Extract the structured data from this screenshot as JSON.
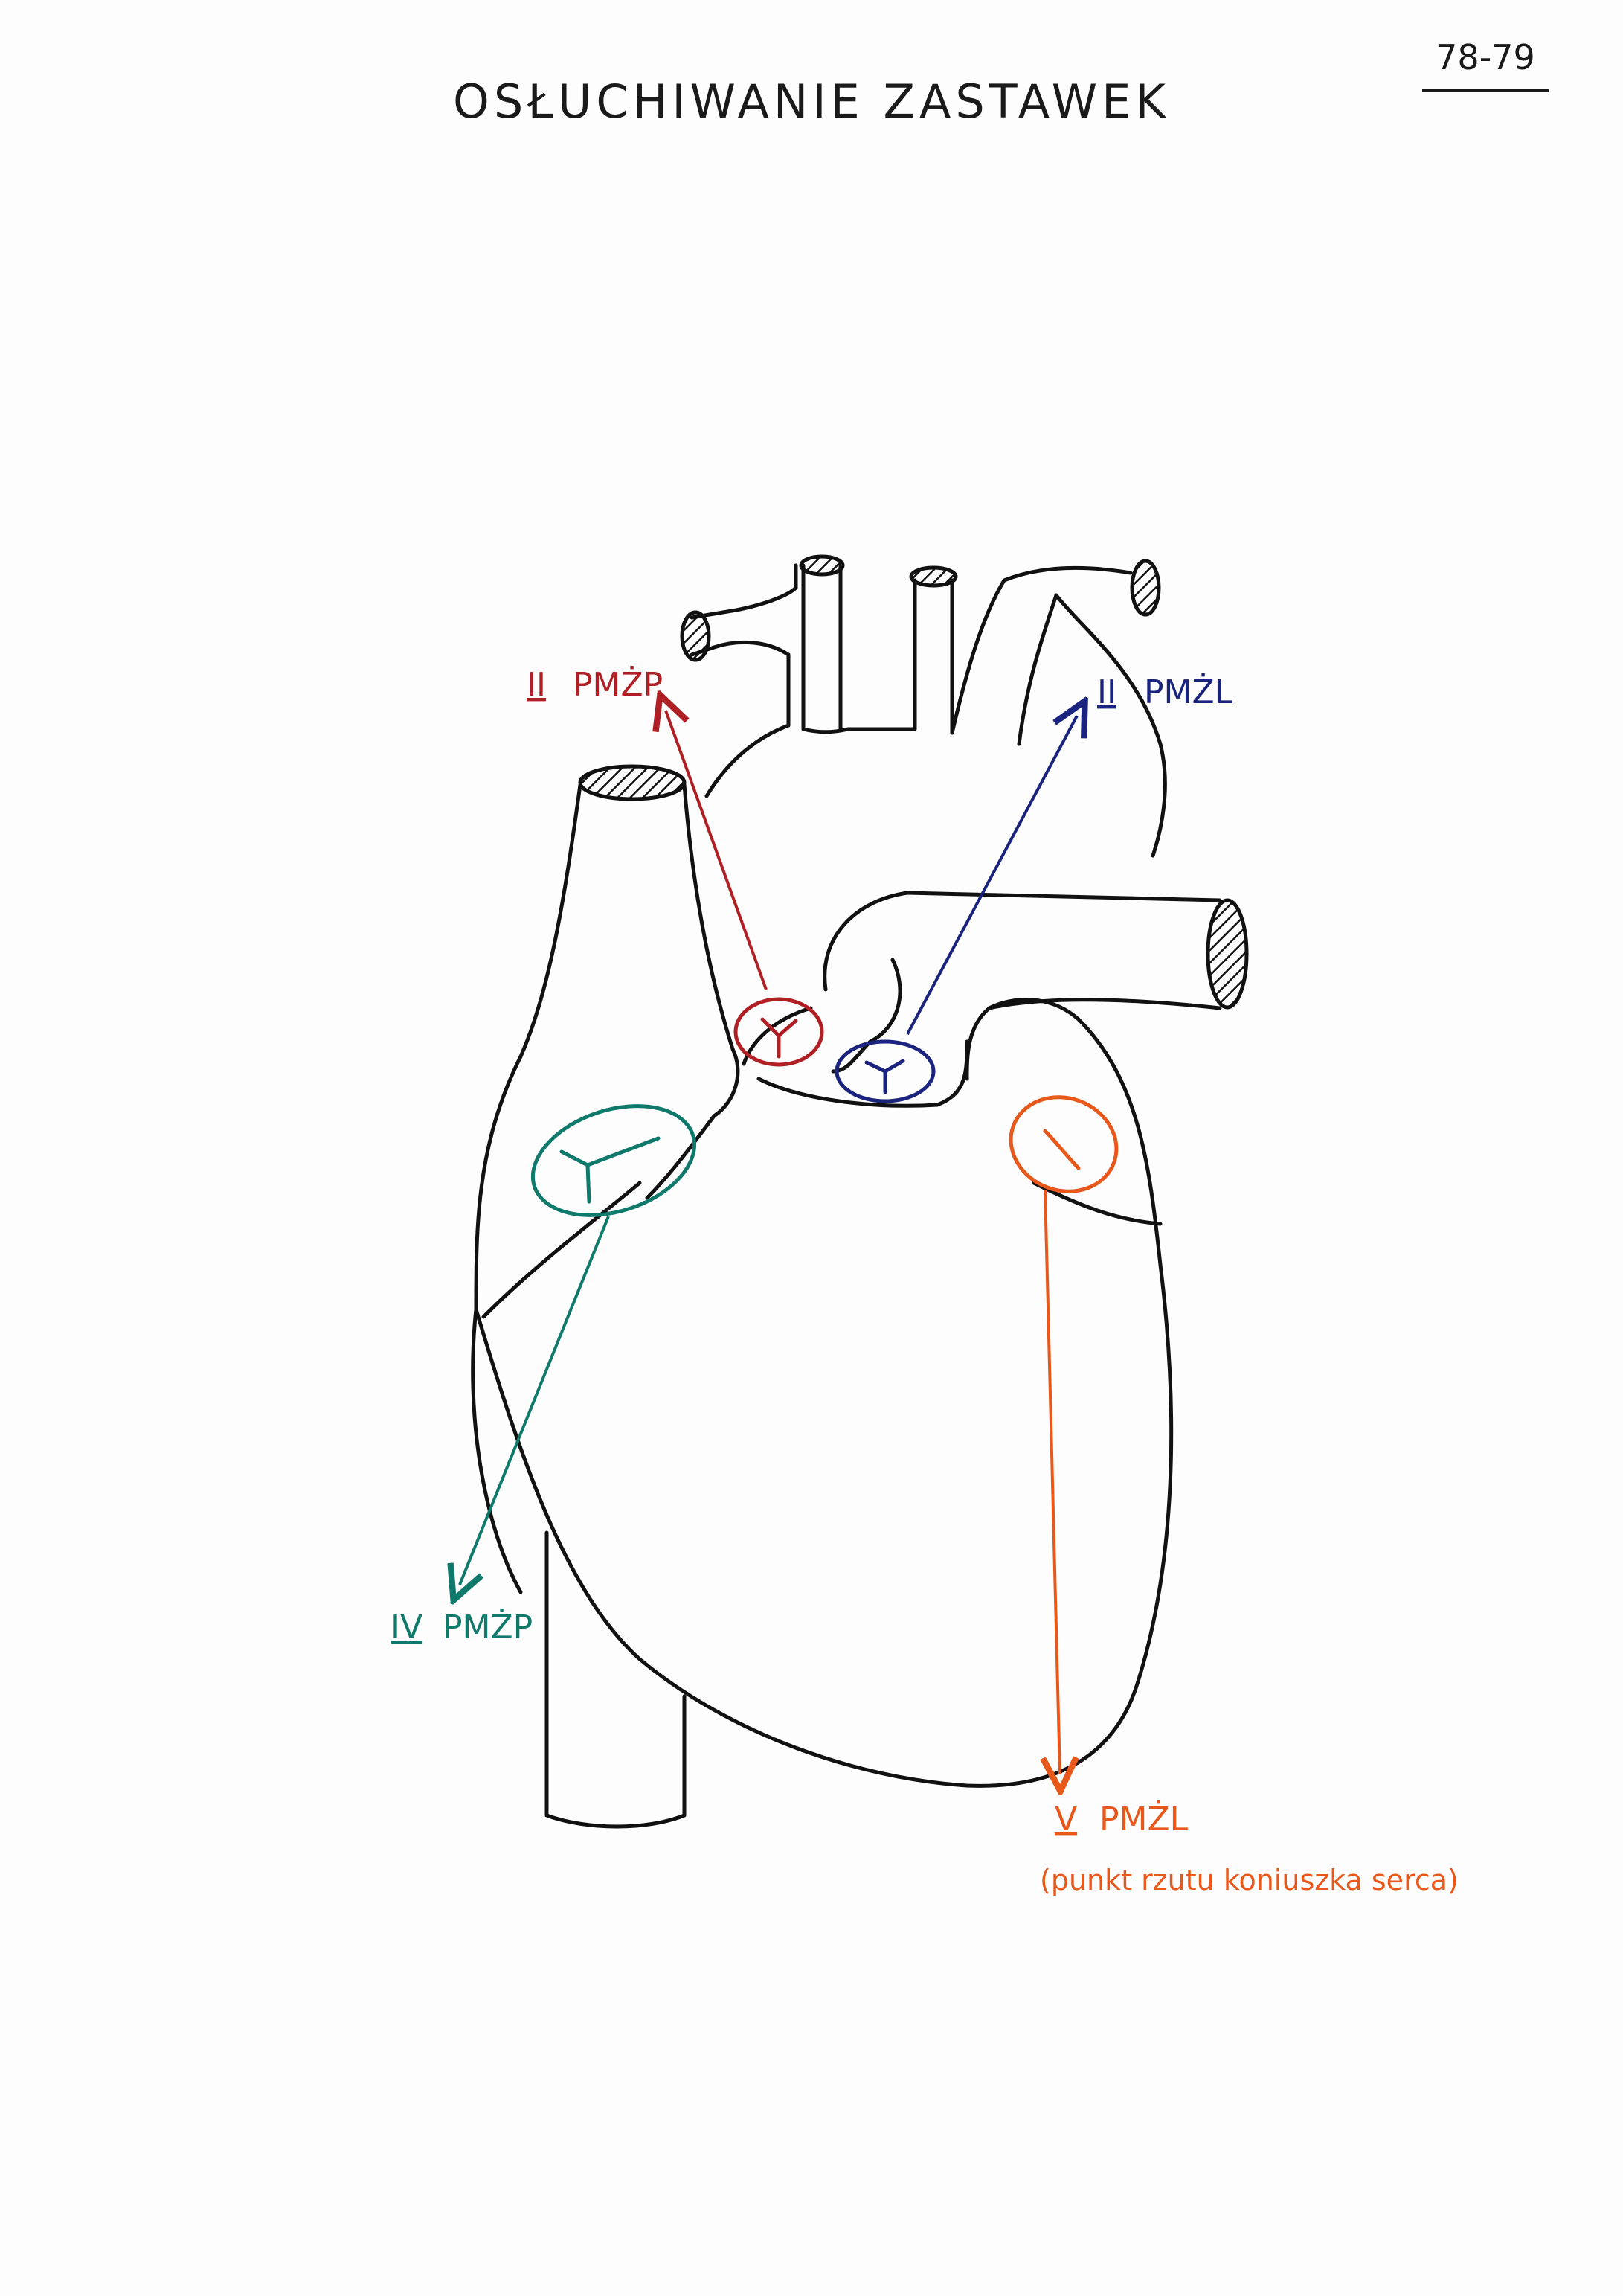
{
  "title": "OSŁUCHIWANIE ZASTAWEK",
  "page_ref": "78-79",
  "colors": {
    "outline": "#111111",
    "pulmonary": "#b01f24",
    "aortic": "#1a237e",
    "tricuspid": "#0f7a6c",
    "mitral": "#e8581a"
  },
  "labels": {
    "pulmonary_numeral": "II",
    "pulmonary_text": "PMŻP",
    "aortic_numeral": "II",
    "aortic_text": "PMŻL",
    "tricuspid_numeral": "IV",
    "tricuspid_text": "PMŻP",
    "mitral_numeral": "V",
    "mitral_text": "PMŻL",
    "mitral_note": "(punkt rzutu koniuszka serca)"
  }
}
